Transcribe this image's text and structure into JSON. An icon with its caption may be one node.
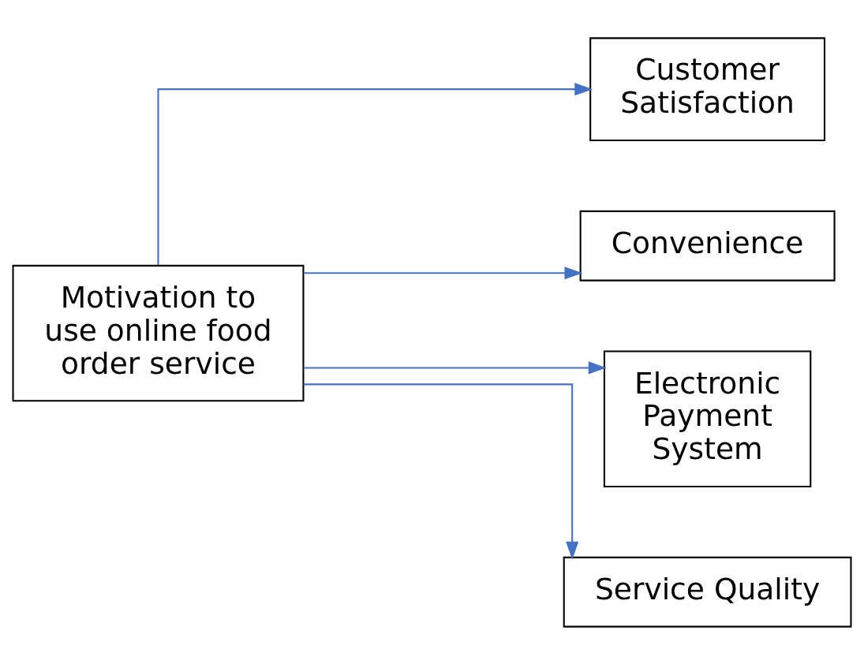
{
  "diagram": {
    "nodes": [
      {
        "text": [
          "Motivation to use online food order service"
        ]
      },
      {
        "text": [
          "Customer Satisfaction"
        ]
      },
      {
        "text": [
          "Convenience"
        ]
      },
      {
        "text": [
          "Electronic Payment System"
        ]
      },
      {
        "text": [
          "Service Quality"
        ]
      }
    ],
    "edges": [
      {
        "from": 0,
        "to": 1,
        "arrow": "to"
      },
      {
        "from": 0,
        "to": 2,
        "arrow": "to"
      },
      {
        "from": 0,
        "to": 3,
        "arrow": "to"
      },
      {
        "from": 0,
        "to": 4,
        "arrow": "to"
      }
    ]
  }
}
